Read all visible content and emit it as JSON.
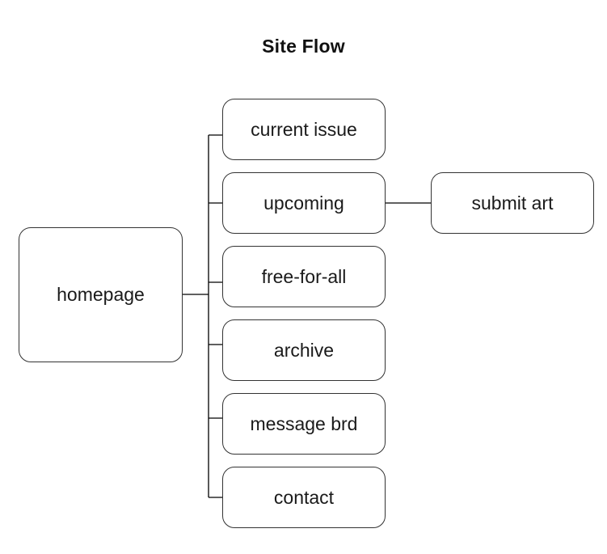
{
  "title": "Site Flow",
  "nodes": {
    "root": "homepage",
    "children": [
      "current issue",
      "upcoming",
      "free-for-all",
      "archive",
      "message brd",
      "contact"
    ],
    "upcoming_child": "submit art"
  },
  "colors": {
    "line": "#000000",
    "border": "#333333",
    "background": "#ffffff"
  }
}
